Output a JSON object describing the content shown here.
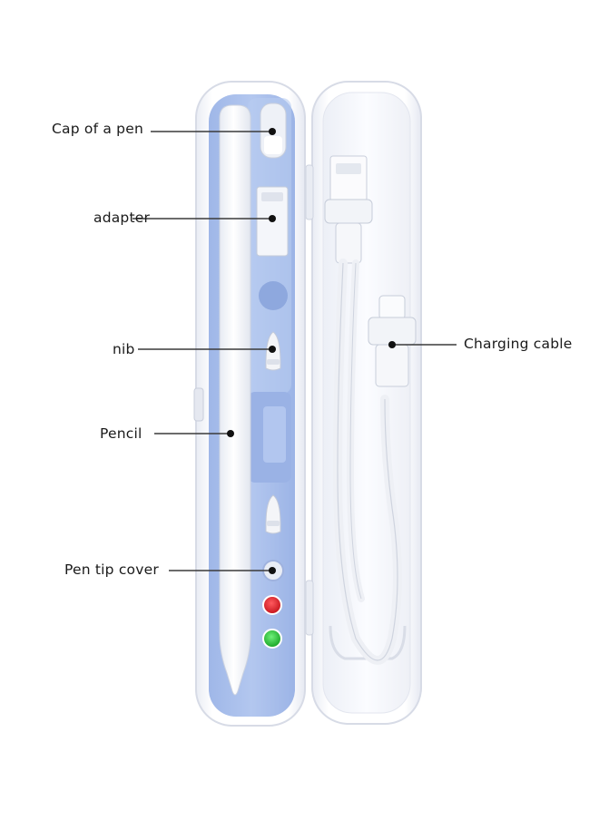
{
  "labels": {
    "cap": "Cap of a pen",
    "adapter": "adapter",
    "nib": "nib",
    "pencil": "Pencil",
    "pen_tip_cover": "Pen tip cover",
    "charging_cable": "Charging cable"
  },
  "colors": {
    "tray_blue": "#a9c0ec",
    "tray_blue_dark": "#8ea9de",
    "case_white": "#f7f8fc",
    "case_edge": "#dfe3ee",
    "leader_line": "#3a3a3a",
    "dot": "#111111",
    "red_indicator": "#e8202a",
    "green_indicator": "#2ec83a"
  }
}
